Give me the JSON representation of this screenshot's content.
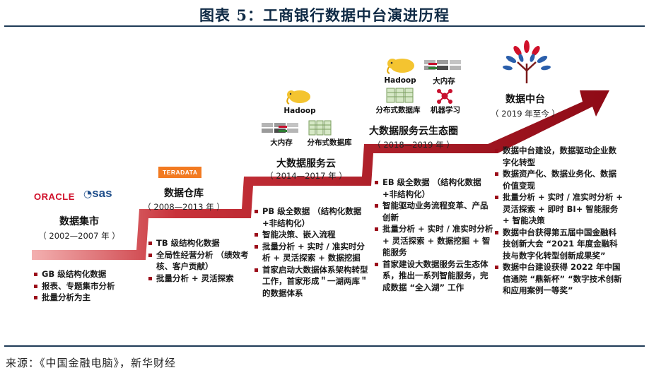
{
  "figure": {
    "title": "图表 5：工商银行数据中台演进历程",
    "source": "来源：《中国金融电脑》，新华财经"
  },
  "stages": [
    {
      "title": "数据集市",
      "period": "（ 2002—2007 年 ）",
      "logos": [
        "ORACLE",
        "sas"
      ],
      "bullets": [
        "GB 级结构化数据",
        "报表、专题集市分析",
        "批量分析为主"
      ]
    },
    {
      "title": "数据仓库",
      "period": "（ 2008—2013 年 ）",
      "logos": [
        "TERADATA"
      ],
      "bullets": [
        "TB 级结构化数据",
        "全局性经营分析 （绩效考核、客户贡献）",
        "批量分析 + 灵活探索"
      ]
    },
    {
      "title": "大数据服务云",
      "period": "（ 2014—2017 年 ）",
      "icons": [
        "Hadoop",
        "大内存",
        "分布式数据库"
      ],
      "bullets": [
        "PB 级全数据 （结构化数据+非结构化）",
        "智能决策、嵌入流程",
        "批量分析 + 实时 / 准实时分析 + 灵活探索 + 数据挖掘",
        "首家启动大数据体系架构转型工作，首家形成＂一湖两库＂的数据体系"
      ]
    },
    {
      "title": "大数据服务云生态圈",
      "period": "（ 2018—2019 年 ）",
      "icons": [
        "Hadoop",
        "大内存",
        "分布式数据库",
        "机器学习"
      ],
      "bullets": [
        "EB 级全数据 （结构化数据+非结构化）",
        "智能驱动业务流程变革、产品创新",
        "批量分析 + 实时 / 准实时分析 + 灵活探索 + 数据挖掘 + 智能服务",
        "首家建设大数据服务云生态体系，推出一系列智能服务，完成数据 “全入湖” 工作"
      ]
    },
    {
      "title": "数据中台",
      "period": "（ 2019 年至今 ）",
      "bullets": [
        "数据中台建设，数据驱动企业数字化转型",
        "数据资产化、数据业务化、数据价值变现",
        "批量分析 + 实时 / 准实时分析 + 灵活探索 + 即时 BI+ 智能服务 + 智能决策",
        "数据中台获得第五届中国金融科技创新大会 “2021 年度金融科技与数字化转型创新成果奖”",
        "数据中台建设获得 2022 年中国信通院 “鼎新杯” “数字技术创新和应用案例一等奖”"
      ]
    }
  ],
  "colors": {
    "stair_light": "#e87a7a",
    "stair_dark": "#8e0a16",
    "bullet": "#9b0d1a",
    "title": "#0f2a45"
  }
}
